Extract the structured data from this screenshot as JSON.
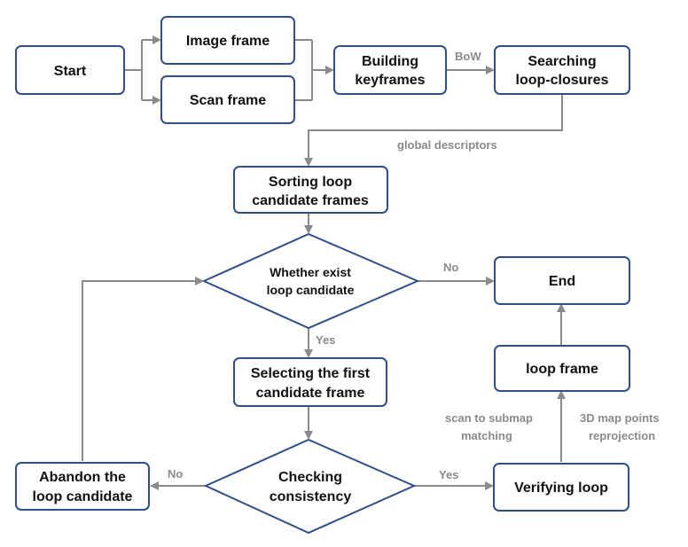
{
  "nodes": {
    "start": "Start",
    "image_frame": "Image frame",
    "scan_frame": "Scan frame",
    "building_keyframes": [
      "Building",
      "keyframes"
    ],
    "searching_loop_closures": [
      "Searching",
      "loop-closures"
    ],
    "sorting_loop_candidate": [
      "Sorting loop",
      "candidate frames"
    ],
    "whether_exist": [
      "Whether exist",
      "loop candidate"
    ],
    "end": "End",
    "selecting_first": [
      "Selecting the first",
      "candidate frame"
    ],
    "loop_frame": "loop frame",
    "checking_consistency": [
      "Checking",
      "consistency"
    ],
    "abandon": [
      "Abandon the",
      "loop candidate"
    ],
    "verifying_loop": "Verifying loop"
  },
  "edge_labels": {
    "bow": "BoW",
    "global_descriptors": "global descriptors",
    "no_top": "No",
    "yes_mid": "Yes",
    "no_bottom": "No",
    "yes_bottom": "Yes",
    "scan_to_submap": [
      "scan to submap",
      "matching"
    ],
    "map_points": [
      "3D map points",
      "reprojection"
    ]
  },
  "colors": {
    "box_border": "#2f4f8a",
    "edge": "#8a8a8a",
    "label": "#8a8a8a"
  }
}
